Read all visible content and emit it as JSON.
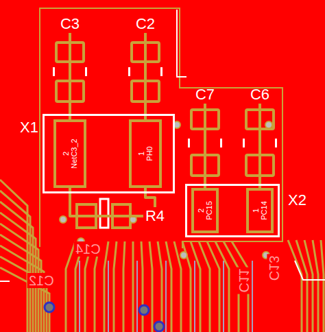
{
  "diagram": {
    "nodes": [
      {
        "text": [
          "X1"
        ]
      },
      {
        "text": [
          "2",
          "NetC3_2"
        ],
        "in": 0
      },
      {
        "text": [
          "1",
          "PH0"
        ],
        "in": 0
      },
      {
        "text": [
          "X2"
        ]
      },
      {
        "text": [
          "2",
          "PC15"
        ],
        "in": 3
      },
      {
        "text": [
          "1",
          "PC14"
        ],
        "in": 3
      },
      {
        "text": [
          "C3"
        ]
      },
      {
        "text": [
          "C2"
        ]
      },
      {
        "text": [
          "C7"
        ]
      },
      {
        "text": [
          "C6"
        ]
      },
      {
        "text": [
          "R4"
        ]
      }
    ],
    "edges": [
      {
        "from": 6,
        "to": 1,
        "arrow": "none"
      },
      {
        "from": 7,
        "to": 2,
        "arrow": "none"
      },
      {
        "from": 8,
        "to": 4,
        "arrow": "none"
      },
      {
        "from": 9,
        "to": 5,
        "arrow": "none"
      },
      {
        "from": 1,
        "to": 10,
        "arrow": "none"
      },
      {
        "from": 10,
        "to": 2,
        "arrow": "none"
      }
    ],
    "labels": [
      "C14",
      "C12",
      "C11",
      "C13"
    ]
  }
}
